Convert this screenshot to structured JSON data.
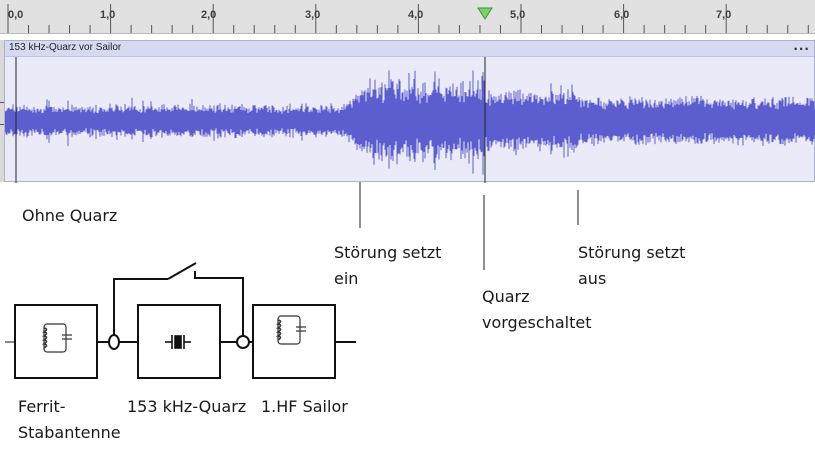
{
  "ruler": {
    "labels": [
      "0,0",
      "1,0",
      "2,0",
      "3,0",
      "4,0",
      "5,0",
      "6,0",
      "7,0"
    ],
    "playhead_color": "#79d36b"
  },
  "track": {
    "name": "153 kHz-Quarz vor Sailor",
    "menu": "...",
    "waveform_color": "#5c5ecf",
    "background_color": "#eaeaf8"
  },
  "annotations": {
    "ohne_quarz": "Ohne Quarz",
    "stoerung_ein": [
      "Störung setzt",
      "ein"
    ],
    "quarz": [
      "Quarz",
      "vorgeschaltet"
    ],
    "stoerung_aus": [
      "Störung setzt",
      "aus"
    ]
  },
  "circuit": {
    "ferrit_label": [
      "Ferrit-",
      "Stabantenne"
    ],
    "quarz_label": "153 kHz-Quarz",
    "hf_label": "1.HF Sailor"
  }
}
